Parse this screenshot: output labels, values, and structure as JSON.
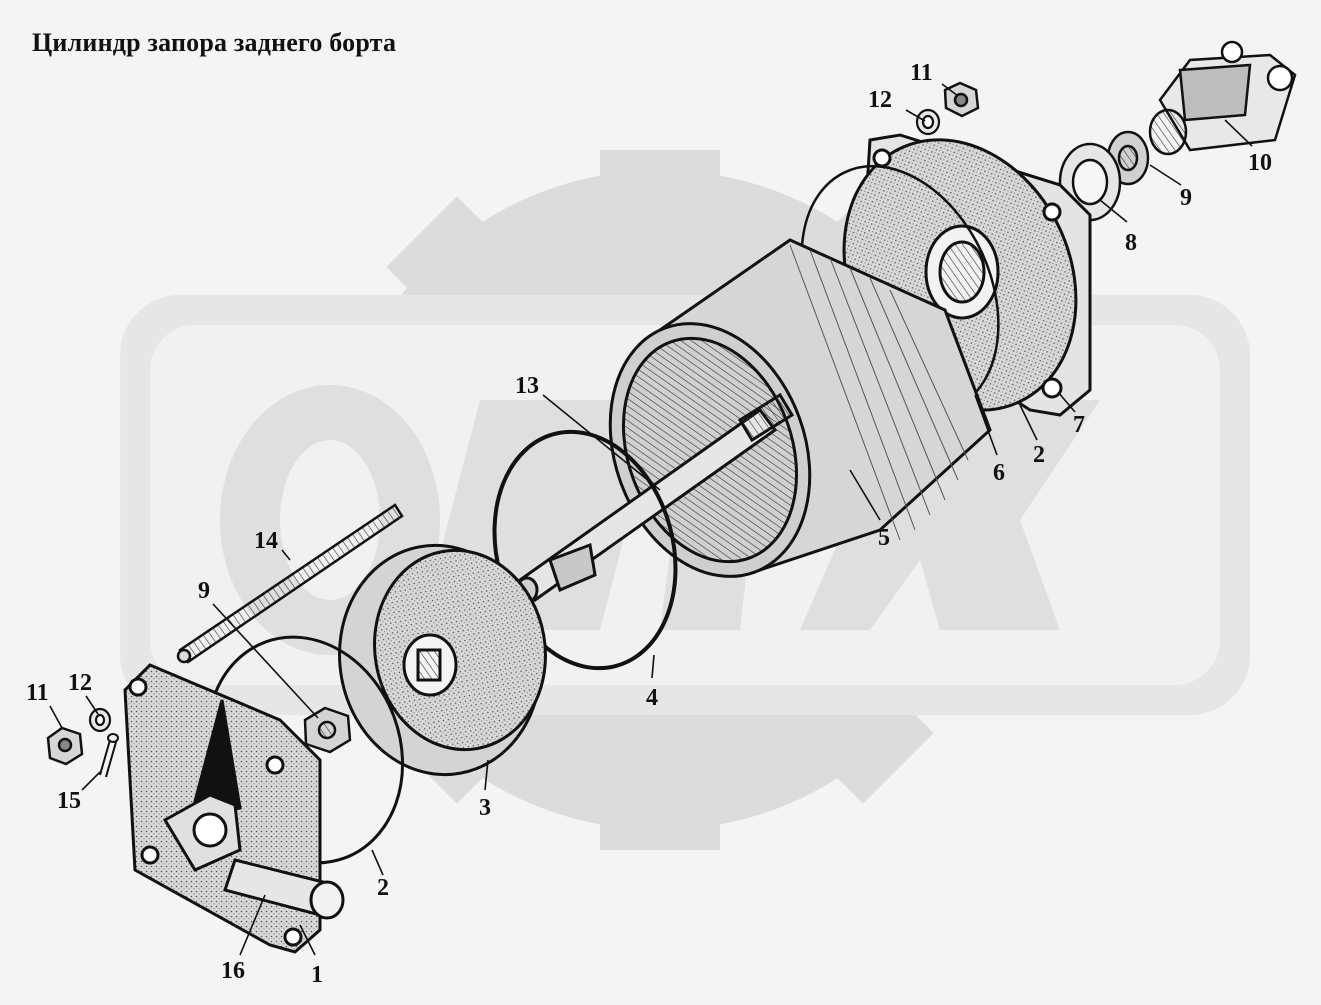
{
  "title": "Цилиндр запора заднего борта",
  "callouts": [
    {
      "id": "c11a",
      "label": "11"
    },
    {
      "id": "c12a",
      "label": "12"
    },
    {
      "id": "c10",
      "label": "10"
    },
    {
      "id": "c9a",
      "label": "9"
    },
    {
      "id": "c8",
      "label": "8"
    },
    {
      "id": "c7",
      "label": "7"
    },
    {
      "id": "c2a",
      "label": "2"
    },
    {
      "id": "c6",
      "label": "6"
    },
    {
      "id": "c5",
      "label": "5"
    },
    {
      "id": "c13",
      "label": "13"
    },
    {
      "id": "c4",
      "label": "4"
    },
    {
      "id": "c14",
      "label": "14"
    },
    {
      "id": "c9b",
      "label": "9"
    },
    {
      "id": "c3",
      "label": "3"
    },
    {
      "id": "c2b",
      "label": "2"
    },
    {
      "id": "c11b",
      "label": "11"
    },
    {
      "id": "c12b",
      "label": "12"
    },
    {
      "id": "c15",
      "label": "15"
    },
    {
      "id": "c16",
      "label": "16"
    },
    {
      "id": "c1",
      "label": "1"
    }
  ],
  "colors": {
    "background": "#f4f4f4",
    "watermark": "#c9c9c9",
    "ink": "#111111",
    "part_fill": "#e2e2e2"
  }
}
